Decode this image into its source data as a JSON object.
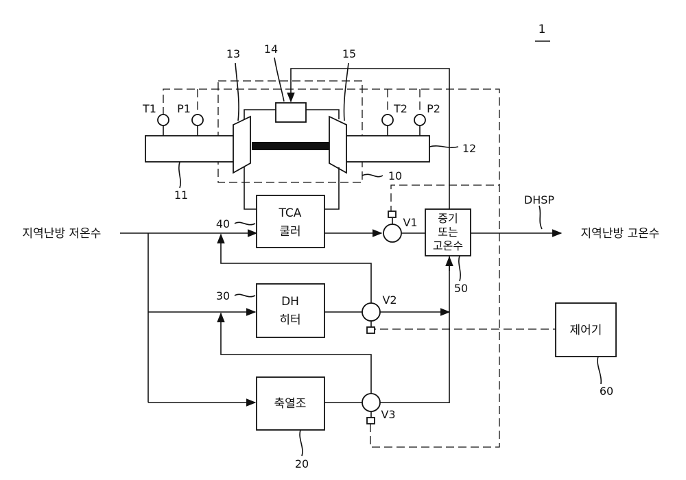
{
  "figure": {
    "ref_number": "1",
    "inlet_label": "지역난방 저온수",
    "outlet_label": "지역난방 고온수",
    "dhsp_label": "DHSP",
    "sensors": {
      "t1": "T1",
      "p1": "P1",
      "t2": "T2",
      "p2": "P2"
    },
    "valves": {
      "v1": "V1",
      "v2": "V2",
      "v3": "V3"
    },
    "boxes": {
      "tca_line1": "TCA",
      "tca_line2": "쿨러",
      "dh_line1": "DH",
      "dh_line2": "히터",
      "storage": "축열조",
      "steam_line1": "증기",
      "steam_line2": "또는",
      "steam_line3": "고온수",
      "controller": "제어기"
    },
    "refs": {
      "r10": "10",
      "r11": "11",
      "r12": "12",
      "r13": "13",
      "r14": "14",
      "r15": "15",
      "r20": "20",
      "r30": "30",
      "r40": "40",
      "r50": "50",
      "r60": "60"
    }
  }
}
